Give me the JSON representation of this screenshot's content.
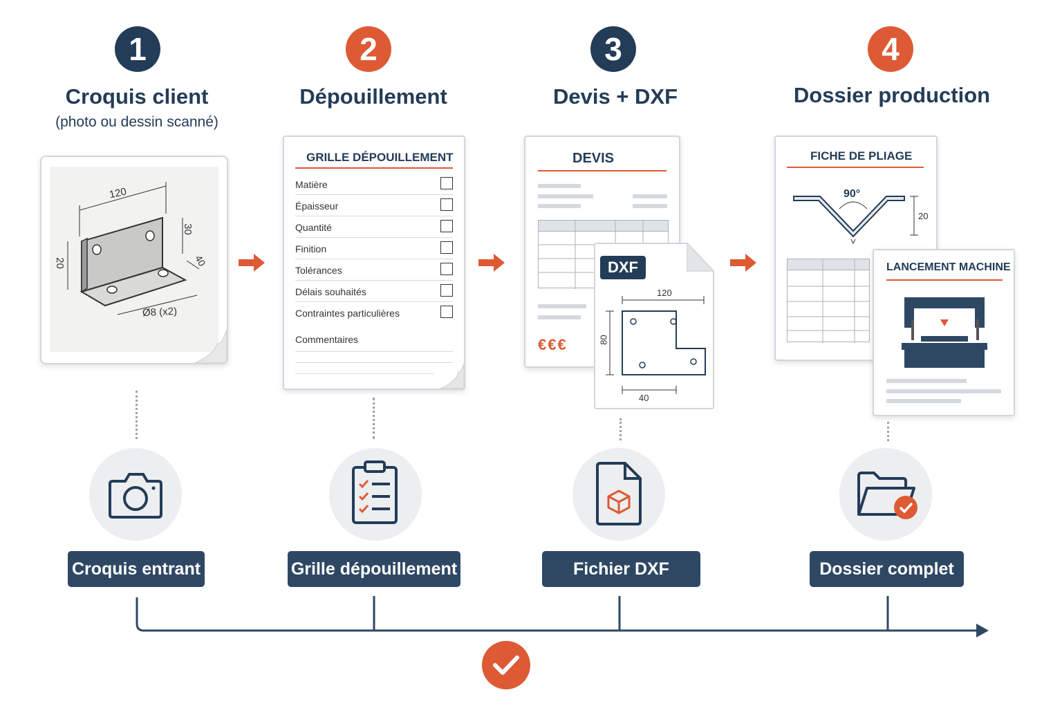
{
  "steps": [
    {
      "number": "1",
      "title": "Croquis client",
      "subtitle": "(photo ou dessin scanné)",
      "label": "Croquis entrant"
    },
    {
      "number": "2",
      "title": "Dépouillement",
      "label": "Grille dépouillement"
    },
    {
      "number": "3",
      "title": "Devis + DXF",
      "label": "Fichier DXF"
    },
    {
      "number": "4",
      "title": "Dossier production",
      "label": "Dossier complet"
    }
  ],
  "sketch": {
    "dim_width": "120",
    "dim_height": "30",
    "dim_left": "20",
    "dim_depth": "40",
    "dim_hole": "Ø8 (x2)"
  },
  "grid": {
    "title": "GRILLE DÉPOUILLEMENT",
    "rows": [
      "Matière",
      "Épaisseur",
      "Quantité",
      "Finition",
      "Tolérances",
      "Délais souhaités",
      "Contraintes particulières"
    ],
    "comments": "Commentaires"
  },
  "devis": {
    "title": "DEVIS",
    "price": "€€€"
  },
  "dxf": {
    "badge": "DXF",
    "dim_width": "120",
    "dim_height": "80",
    "dim_bottom": "40"
  },
  "pliage": {
    "title": "FICHE DE PLIAGE",
    "angle": "90°",
    "dim": "20"
  },
  "machine": {
    "title": "LANCEMENT MACHINE"
  },
  "icons": [
    "camera-icon",
    "clipboard-checklist-icon",
    "dxf-file-icon",
    "folder-check-icon",
    "check-circle-icon"
  ],
  "colors": {
    "navy": "#233c58",
    "orange": "#dd5a35",
    "grey": "#eceef0"
  }
}
